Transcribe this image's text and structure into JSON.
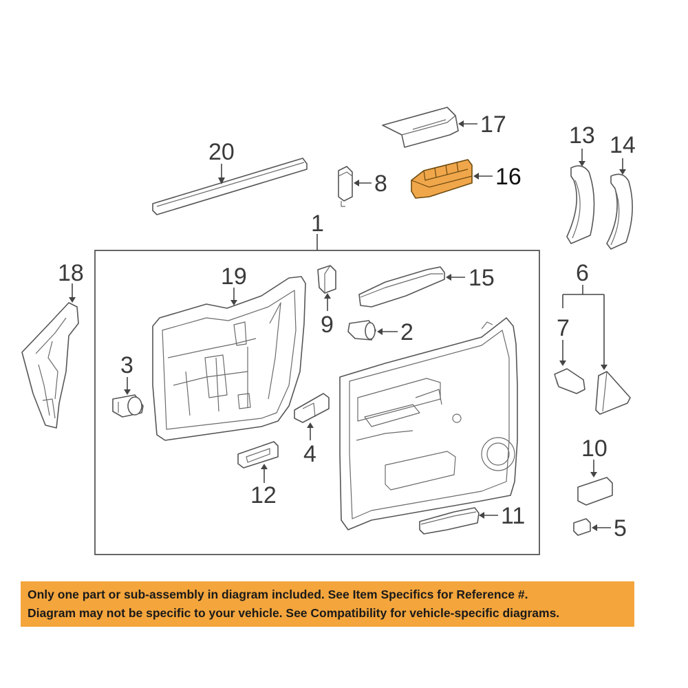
{
  "diagram": {
    "callouts": {
      "c1": "1",
      "c2": "2",
      "c3": "3",
      "c4": "4",
      "c5": "5",
      "c6": "6",
      "c7": "7",
      "c8": "8",
      "c9": "9",
      "c10": "10",
      "c11": "11",
      "c12": "12",
      "c13": "13",
      "c14": "14",
      "c15": "15",
      "c16": "16",
      "c17": "17",
      "c18": "18",
      "c19": "19",
      "c20": "20"
    },
    "highlighted_part": "16",
    "colors": {
      "highlight_part": "#f0a64a",
      "banner": "#f4a53c",
      "line": "#555555"
    }
  },
  "notice": {
    "line1": "Only one part or sub-assembly in diagram included. See Item Specifics for Reference #.",
    "line2": "Diagram may not be specific to your vehicle. See Compatibility for vehicle-specific diagrams."
  }
}
